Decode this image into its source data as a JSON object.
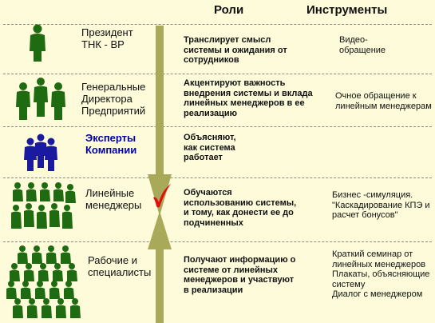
{
  "header": {
    "roles": "Роли",
    "tools": "Инструменты"
  },
  "rows": [
    {
      "name": "Президент\nТНК - ВР",
      "role": "Транслирует смысл\nсистемы и ожидания от\nсотрудников",
      "tool": "Видео-\nобращение"
    },
    {
      "name": "Генеральные\nДиректора\nПредприятий",
      "role": "Акцентируют важность\nвнедрения системы и вклада\nлинейных менеджеров в ее\nреализацию",
      "tool": "Очное обращение к\nлинейным менеджерам"
    },
    {
      "name": "Эксперты\nКомпании",
      "role": "Объясняют,\nкак система\nработает",
      "tool": ""
    },
    {
      "name": "Линейные\nменеджеры",
      "role": "Обучаются\nиспользованию системы,\nи тому, как донести ее до\nподчиненных",
      "tool": "Бизнес -симуляция.\n\"Каскадирование КПЭ и\nрасчет бонусов\""
    },
    {
      "name": "Рабочие и\nспециалисты",
      "role": "Получают информацию о\nсистеме от      линейных\nменеджеров и участвуют\nв реализации",
      "tool": "Краткий семинар от\nлинейных менеджеров\nПлакаты, объясняющие\nсистему\nДиалог с менеджером"
    }
  ],
  "colors": {
    "background": "#fdfbd9",
    "people_green": "#1f6b12",
    "people_blue": "#1a1aa0",
    "expert_label": "#0000aa",
    "arrow": "#a8aa5a",
    "checkmark": "#e01010"
  },
  "icons": [
    "people-group-icon",
    "down-arrow-icon",
    "up-arrow-icon",
    "checkmark-icon"
  ]
}
